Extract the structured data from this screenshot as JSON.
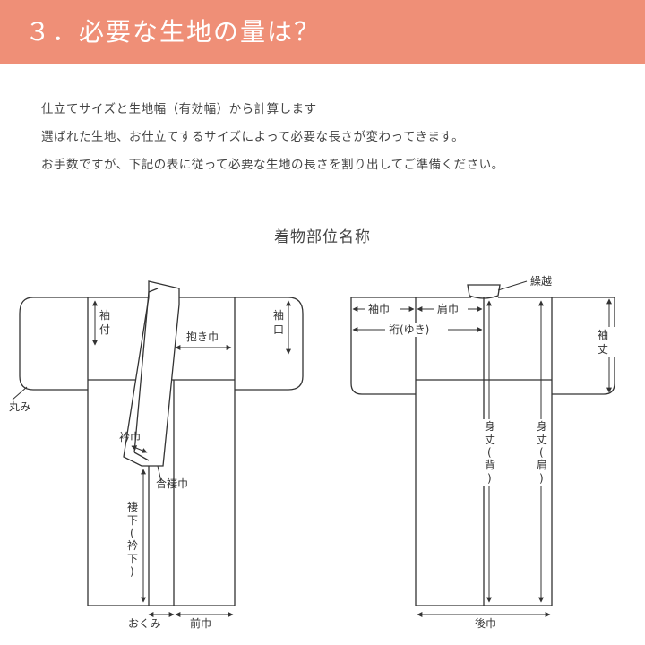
{
  "header": {
    "title": "３．必要な生地の量は？"
  },
  "intro": [
    "仕立てサイズと生地幅（有効幅）から計算します",
    "選ばれた生地、お仕立てするサイズによって必要な長さが変わってきます。",
    "お手数ですが、下記の表に従って必要な生地の長さを割り出してご準備ください。"
  ],
  "diagram": {
    "title": "着物部位名称",
    "front": {
      "sode_tsuke": [
        "袖",
        "付"
      ],
      "sode_guchi": [
        "袖",
        "口"
      ],
      "daki_haba": "抱き巾",
      "maru_mi": "丸み",
      "eri_haba": "衿巾",
      "ai_tsuma_haba": "合褄巾",
      "tsuma_shita": [
        "褄",
        "下",
        "(",
        "衿",
        "下",
        ")"
      ],
      "okumi": "おくみ",
      "mae_haba": "前巾"
    },
    "back": {
      "kurikoshi": "繰越",
      "sode_haba": "袖巾",
      "kata_haba": "肩巾",
      "yuki": "裄(ゆき)",
      "sode_take": [
        "袖",
        "丈"
      ],
      "mitake_se": [
        "身",
        "丈",
        "(",
        "背",
        ")"
      ],
      "mitake_kata": [
        "身",
        "丈",
        "(",
        "肩",
        ")"
      ],
      "ushiro_haba": "後巾"
    }
  }
}
